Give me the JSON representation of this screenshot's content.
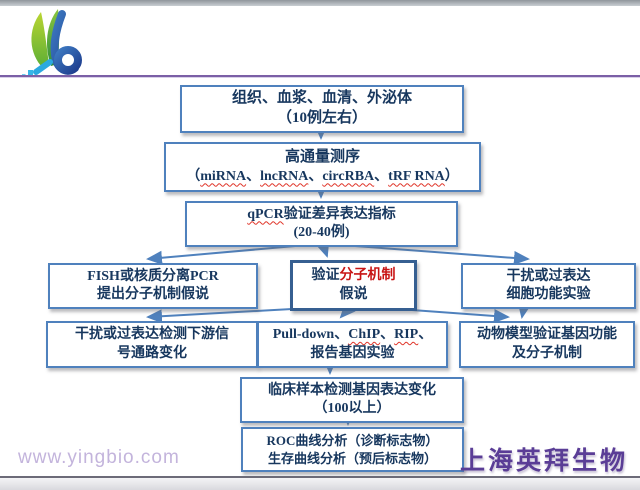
{
  "branding": {
    "logo": "yingbio-logo",
    "watermark": "www.yingbio.com",
    "company": "上海英拜生物"
  },
  "colors": {
    "box_border": "#4f81bd",
    "verify_border": "#365f91",
    "text_navy": "#17375e",
    "accent_red": "#c81414",
    "wavy_underline": "#e03428",
    "purple_rule": "#7b5fa6",
    "company_purple": "#5a3d96",
    "watermark_purple": "#c3b4dc",
    "arrow_blue": "#4f81bd"
  },
  "flow": {
    "samples": {
      "l1": "组织、血浆、血清、外泌体",
      "l2": "（10例左右）"
    },
    "seq": {
      "l1": "高通量测序",
      "open": "（",
      "rna1": "miRNA",
      "d1": "、",
      "rna2": "lncRNA",
      "d2": "、",
      "rna3": "circRBA",
      "d3": "、",
      "rna4": "tRF RNA",
      "close": "）"
    },
    "qpcr": {
      "term": "qPCR",
      "rest": "验证差异表达指标",
      "l2": "(20-40例)"
    },
    "fish": {
      "l1": "FISH或核质分离PCR",
      "l2": "提出分子机制假说"
    },
    "verify": {
      "pre": "验证",
      "red": "分子机制",
      "l2": "假说"
    },
    "cell": {
      "l1": "干扰或过表达",
      "l2": "细胞功能实验"
    },
    "downstream": {
      "l1": "干扰或过表达检测下游信",
      "l2": "号通路变化"
    },
    "pulldown": {
      "t1": "Pull-down",
      "d1": "、",
      "t2": "ChIP",
      "d2": "、",
      "t3": "RIP",
      "d3": "、",
      "l2": "报告基因实验"
    },
    "animal": {
      "l1": "动物模型验证基因功能",
      "l2": "及分子机制"
    },
    "clinical": {
      "l1": "临床样本检测基因表达变化",
      "l2": "（100以上）"
    },
    "roc": {
      "l1": "ROC曲线分析（诊断标志物）",
      "l2": "生存曲线分析（预后标志物）"
    }
  }
}
